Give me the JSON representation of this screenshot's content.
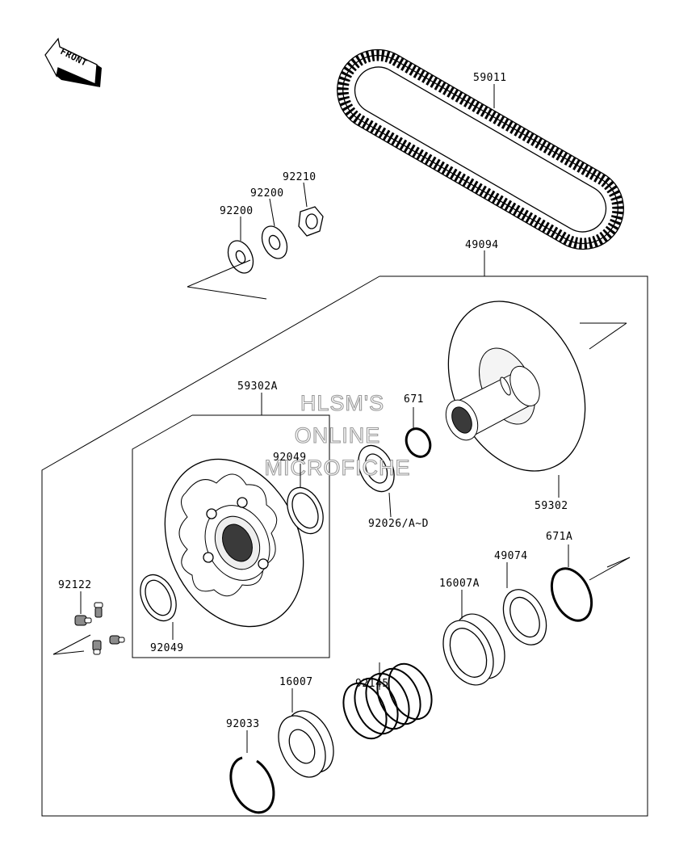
{
  "watermark": {
    "line1": "HLSM'S",
    "line2": "ONLINE",
    "line3": "MICROFICHE"
  },
  "front_arrow_label": "FRONT",
  "part_labels": {
    "belt": "59011",
    "washer_a": "92200",
    "washer_b": "92200",
    "nut": "92210",
    "driven_assy": "49094",
    "sheave_fixed": "59302",
    "sheave_movable": "59302A",
    "oring_a": "671",
    "shim": "92026/A~D",
    "oil_seal_top": "92049",
    "oil_seal_left": "92049",
    "oring_b": "671A",
    "ring": "49074",
    "cam": "16007A",
    "spring": "92145",
    "holder": "16007",
    "circlip": "92033",
    "grease_nipple": "92122"
  }
}
